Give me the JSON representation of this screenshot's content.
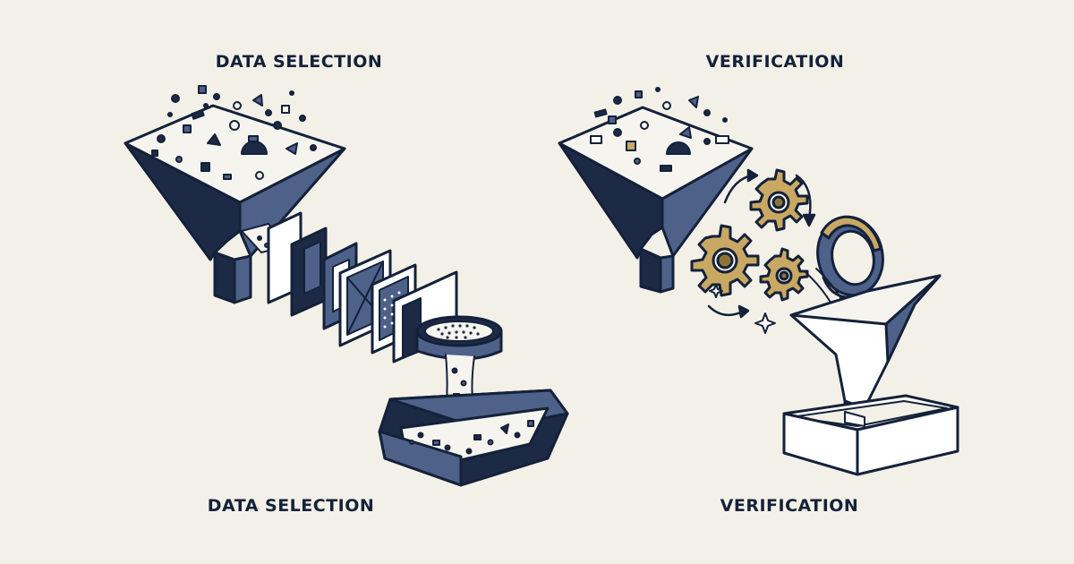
{
  "labels": {
    "data_selection_top": "DATA SELECTION",
    "verification_top": "VERIFICATION",
    "data_selection_bottom": "DATA SELECTION",
    "verification_bottom": "VERIFICATION"
  },
  "colors": {
    "background": "#f3f0e8",
    "navy": "#1c2a45",
    "steel_blue": "#4d6189",
    "light_steel": "#7486a8",
    "panel_white": "#ffffff",
    "gold": "#c9a863",
    "gold_dark": "#8e7338"
  },
  "icons": [
    "funnel-icon",
    "filter-sheets-icon",
    "sieve-icon",
    "tray-icon",
    "gear-icon",
    "ring-icon",
    "sparkle-icon",
    "rotate-arrow-icon",
    "box-icon"
  ]
}
